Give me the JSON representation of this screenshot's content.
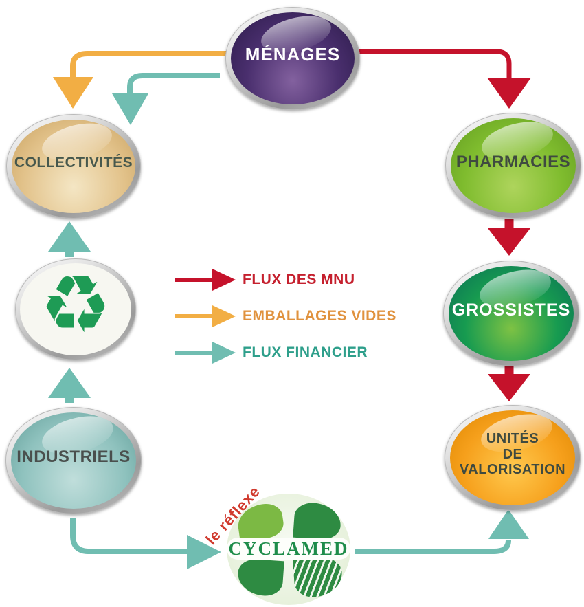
{
  "colors": {
    "flux_mnu": "#C5122B",
    "emballages_vides": "#F2AE44",
    "flux_financier": "#70BDB1",
    "legend_mnu_text": "#C5202E",
    "legend_emballages_text": "#E0923E",
    "legend_financier_text": "#2E9F8B",
    "menages": "#4A2F6E",
    "pharmacies": "#7FBC2E",
    "grossistes": "#179B50",
    "unites": "#F6A01C",
    "industriels": "#8FC2BE",
    "collectivites": "#E2C28A",
    "recycle_green": "#1E9B55",
    "cyclamed_green": "#1E8C4A",
    "cyclamed_leaf_light": "#7CB944",
    "cyclamed_leaf_dark": "#2E8B42",
    "tagline_red": "#D03A2E"
  },
  "nodes": {
    "menages": {
      "label": "MÉNAGES"
    },
    "pharmacies": {
      "label": "PHARMACIES"
    },
    "grossistes": {
      "label": "GROSSISTES"
    },
    "unites": {
      "line1": "UNITÉS",
      "line2": "DE",
      "line3": "VALORISATION"
    },
    "industriels": {
      "label": "INDUSTRIELS"
    },
    "collectivites": {
      "label": "COLLECTIVITÉS"
    }
  },
  "icons": {
    "recycle": "♻"
  },
  "legend": {
    "items": [
      {
        "label": "FLUX DES MNU"
      },
      {
        "label": "EMBALLAGES VIDES"
      },
      {
        "label": "FLUX FINANCIER"
      }
    ]
  },
  "cyclamed": {
    "tagline": "le réflexe",
    "name": "CYCLAMED"
  }
}
